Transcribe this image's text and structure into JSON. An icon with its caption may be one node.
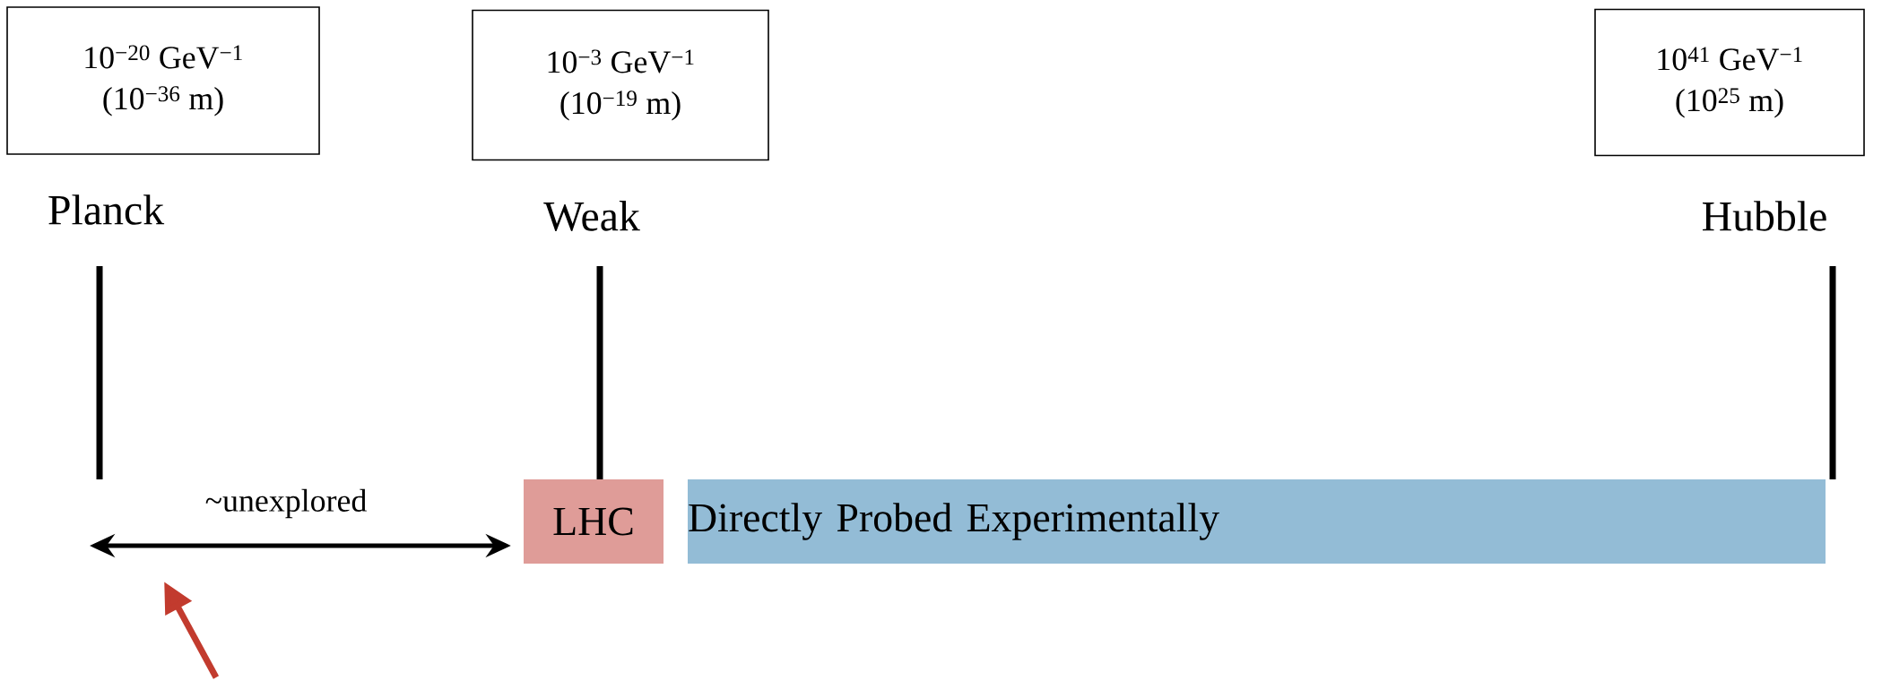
{
  "diagram": {
    "nodes": [
      {
        "text": [
          "10$^{−20}$ GeV$^{−1}$",
          "(10$^{−36}$ m)"
        ]
      },
      {
        "text": [
          "10$^{−3}$ GeV$^{−1}$",
          "(10$^{−19}$ m)"
        ]
      },
      {
        "text": [
          "10$^{41}$ GeV$^{−1}$",
          "(10$^{25}$ m)"
        ]
      },
      {
        "text": [
          "LHC"
        ]
      },
      {
        "text": [
          "Directly Probed Experimentally"
        ]
      }
    ],
    "edges": [
      {
        "from": null,
        "to": 3,
        "arrow": "both",
        "label": "~unexplored"
      }
    ],
    "labels": [
      "Planck",
      "Weak",
      "Hubble"
    ]
  }
}
